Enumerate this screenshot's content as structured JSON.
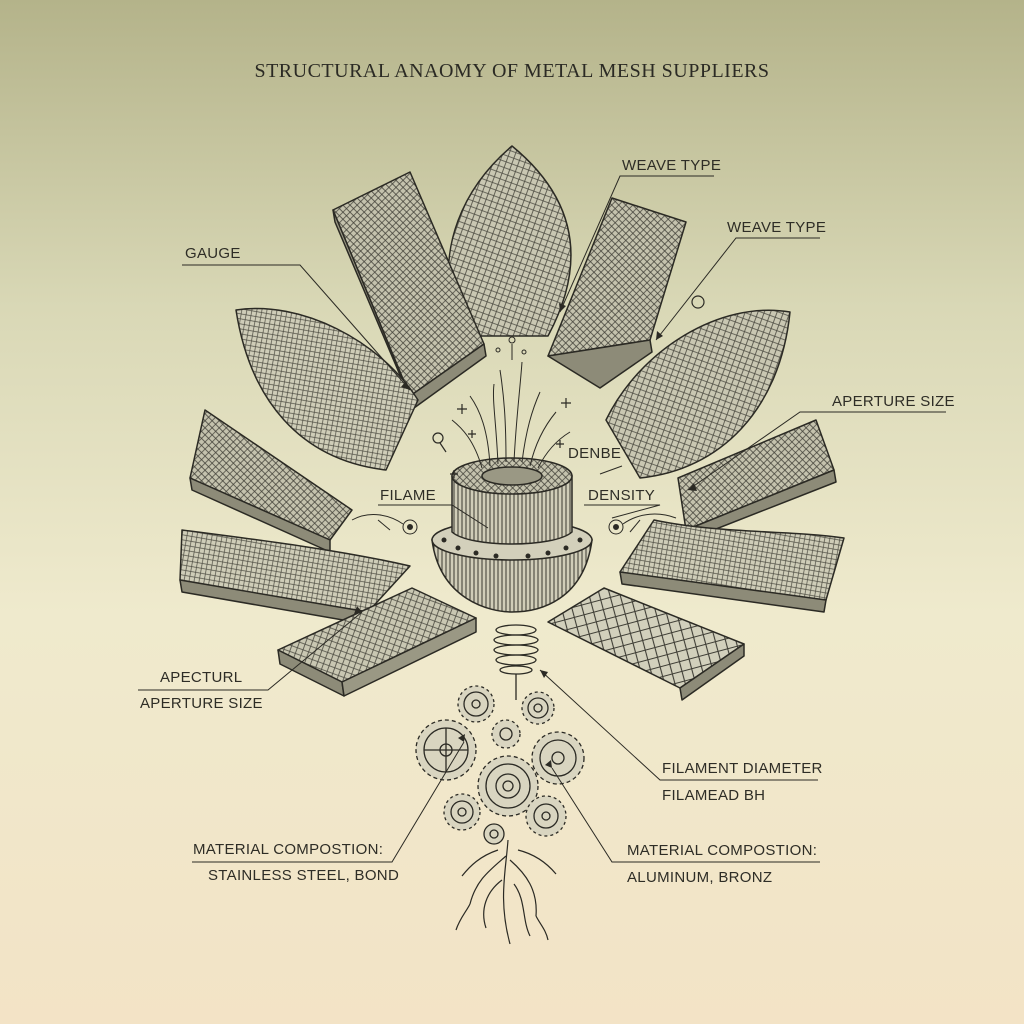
{
  "title": "STRUCTURAL ANAOMY OF METAL MESH SUPPLIERS",
  "labels": {
    "weave_type_1": "WEAVE TYPE",
    "weave_type_2": "WEAVE TYPE",
    "gauge": "GAUGE",
    "aperture_size_right": "APERTURE SIZE",
    "denbe": "DENBE",
    "density": "DENSITY",
    "filame": "FILAME",
    "apectur": "APECTURL",
    "aperture_size_left": "APERTURE SIZE",
    "filament_diameter": "FILAMENT DIAMETER",
    "filamead": "FILAMEAD BH",
    "material_left": "MATERIAL COMPOSTION:",
    "material_left_value": "STAINLESS STEEL, BOND",
    "material_right": "MATERIAL COMPOSTION:",
    "material_right_value": "ALUMINUM, BRONZ"
  },
  "colors": {
    "ink": "#2b2a24",
    "panel_fill": "#bdbca8",
    "panel_fill_light": "#d6d3bf"
  }
}
